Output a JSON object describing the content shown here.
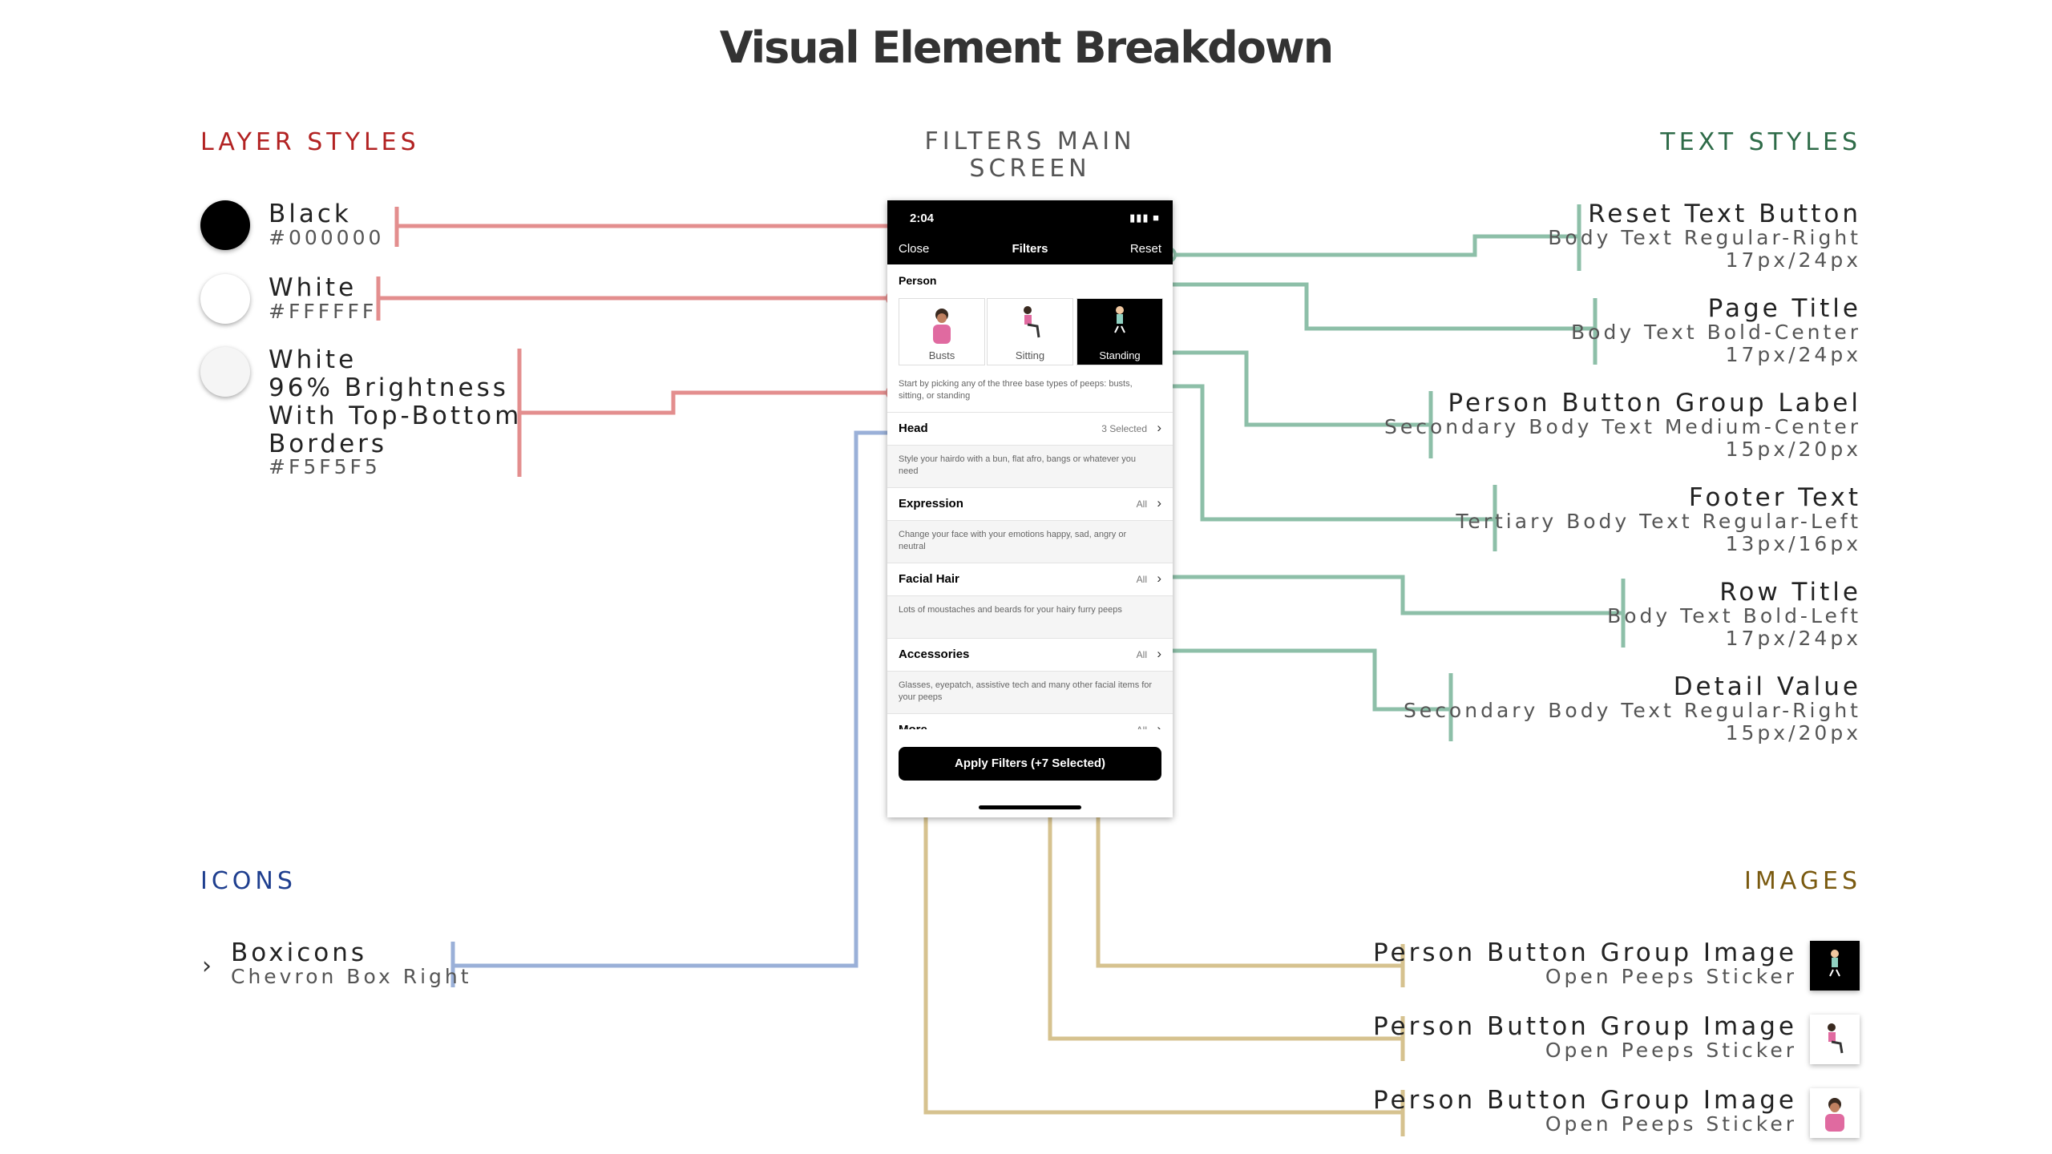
{
  "title": "Visual Element Breakdown",
  "sections": {
    "layer_styles": "LAYER STYLES",
    "screen": "FILTERS MAIN SCREEN",
    "text_styles": "TEXT STYLES",
    "icons": "ICONS",
    "images": "IMAGES"
  },
  "colors": {
    "layer_line": "#E38E8E",
    "text_line": "#8DBFA8",
    "icon_line": "#9AB0D8",
    "image_line": "#D6C28F",
    "black": "#000000",
    "white": "#FFFFFF",
    "light": "#F5F5F5"
  },
  "layer_styles": [
    {
      "name": "Black",
      "value": "#000000"
    },
    {
      "name": "White",
      "value": "#FFFFFF"
    },
    {
      "name": "White 96% Brightness With Top-Bottom Borders",
      "line1": "White",
      "line2": "96% Brightness",
      "line3": "With Top-Bottom",
      "line4": "Borders",
      "value": "#F5F5F5"
    }
  ],
  "text_styles": [
    {
      "name": "Reset Text Button",
      "style": "Body Text Regular-Right",
      "size": "17px/24px"
    },
    {
      "name": "Page Title",
      "style": "Body Text Bold-Center",
      "size": "17px/24px"
    },
    {
      "name": "Person Button Group Label",
      "style": "Secondary Body Text Medium-Center",
      "size": "15px/20px"
    },
    {
      "name": "Footer Text",
      "style": "Tertiary Body Text Regular-Left",
      "size": "13px/16px"
    },
    {
      "name": "Row Title",
      "style": "Body Text Bold-Left",
      "size": "17px/24px"
    },
    {
      "name": "Detail Value",
      "style": "Secondary Body Text Regular-Right",
      "size": "15px/20px"
    }
  ],
  "icons": [
    {
      "name": "Boxicons",
      "sub": "Chevron Box Right",
      "icon": "chevron-right-icon"
    }
  ],
  "images": [
    {
      "name": "Person Button Group Image",
      "sub": "Open Peeps Sticker",
      "variant": "standing"
    },
    {
      "name": "Person Button Group Image",
      "sub": "Open Peeps Sticker",
      "variant": "sitting"
    },
    {
      "name": "Person Button Group Image",
      "sub": "Open Peeps Sticker",
      "variant": "busts"
    }
  ],
  "phone": {
    "time": "2:04",
    "close": "Close",
    "title": "Filters",
    "reset": "Reset",
    "person_label": "Person",
    "buttons": [
      "Busts",
      "Sitting",
      "Standing"
    ],
    "person_footer": "Start by picking any of the three base types of peeps: busts, sitting, or standing",
    "rows": [
      {
        "title": "Head",
        "value": "3 Selected",
        "footer": "Style your hairdo with a bun, flat afro, bangs or whatever you need"
      },
      {
        "title": "Expression",
        "value": "All",
        "footer": "Change your face with your emotions happy, sad, angry or neutral"
      },
      {
        "title": "Facial Hair",
        "value": "All",
        "footer": "Lots of moustaches and beards for your hairy furry peeps"
      },
      {
        "title": "Accessories",
        "value": "All",
        "footer": "Glasses, eyepatch, assistive tech and many other facial items for your peeps"
      },
      {
        "title": "More",
        "value": "All",
        "footer": ""
      }
    ],
    "apply": "Apply Filters (+7 Selected)"
  }
}
